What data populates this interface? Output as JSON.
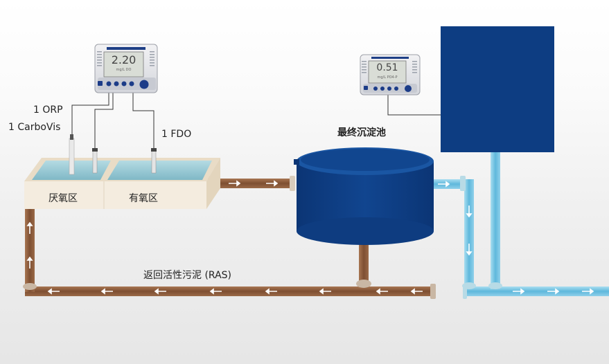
{
  "colors": {
    "sludge_pipe": "#8a5a3a",
    "water_pipe": "#6fc3e3",
    "tank_blue": "#0d3d82",
    "basin_top": "#f4ecdf",
    "basin_water": "#8fc3cf"
  },
  "meter_left": {
    "value": "2.20",
    "unit": "mg/L DO"
  },
  "meter_right": {
    "value": "0.51",
    "unit": "mg/L PO4-P"
  },
  "probe_labels": {
    "orp": "1 ORP",
    "carbovis": "1 CarboVis",
    "fdo": "1 FDO"
  },
  "zones": {
    "anaerobic": "厌氧区",
    "aerobic": "有氧区"
  },
  "clarifier_label": "最终沉淀池",
  "ras_label": "返回活性污泥 (RAS)",
  "icons": {
    "flow_arrow": "arrow-right-icon"
  }
}
